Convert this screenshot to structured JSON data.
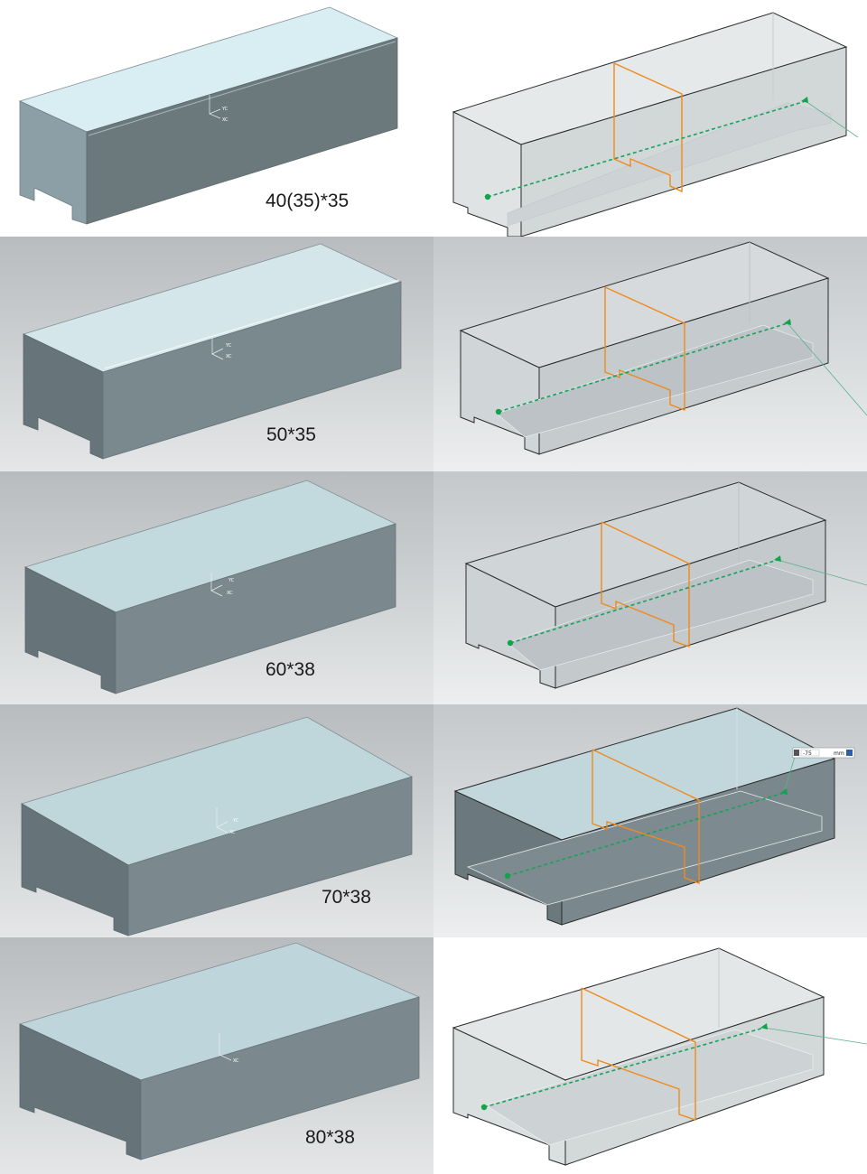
{
  "rows": [
    {
      "label": "40(35)*35"
    },
    {
      "label": "50*35"
    },
    {
      "label": "60*38"
    },
    {
      "label": "70*38"
    },
    {
      "label": "80*38"
    }
  ],
  "csys": {
    "x_axis": "XC",
    "y_axis": "YC"
  },
  "dimension_popup": {
    "value": "-75",
    "unit": "mm"
  }
}
